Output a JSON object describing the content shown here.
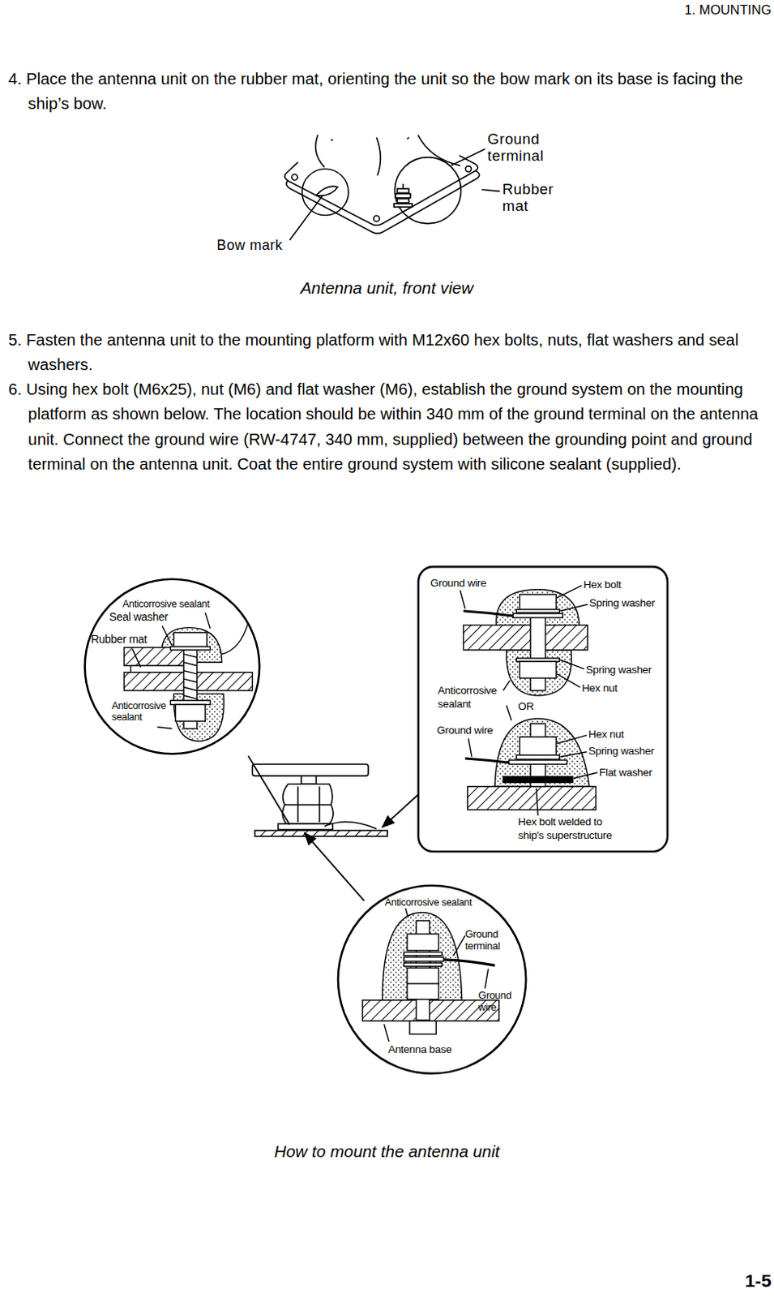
{
  "diagram": {
    "caption": "How to mount the antenna unit",
    "nodes": [
      {
        "text": [
          "Anticorrosive sealant",
          "Seal washer",
          "Rubber mat",
          "Anticorrosive sealant"
        ]
      },
      {
        "text": [
          "Ground wire",
          "Hex bolt",
          "Spring washer",
          "Spring washer",
          "Hex nut",
          "Anticorrosive sealant",
          "OR",
          "Ground wire",
          "Hex nut",
          "Spring washer",
          "Flat washer",
          "Hex bolt welded to ship's superstructure"
        ]
      },
      {
        "text": [
          "Anticorrosive sealant",
          "Ground terminal",
          "Ground wire",
          "Antenna base"
        ]
      }
    ],
    "labels": [
      "1. MOUNTING",
      "4. Place the antenna unit on the rubber mat, orienting the unit so the bow mark on its base is facing the ship’s bow.",
      "Ground terminal",
      "Rubber mat",
      "Bow mark",
      "Antenna unit, front view",
      "5. Fasten the antenna unit to the mounting platform with M12x60 hex bolts, nuts, flat washers and seal washers.",
      "6. Using hex bolt (M6x25), nut (M6) and flat washer (M6), establish the ground system on the mounting platform as shown below. The location should be within 340 mm of the ground terminal on the antenna unit. Connect the ground wire (RW-4747, 340 mm, supplied) between the grounding point and ground terminal on the antenna unit. Coat the entire ground system with silicone sealant (supplied).",
      "1-5"
    ]
  }
}
